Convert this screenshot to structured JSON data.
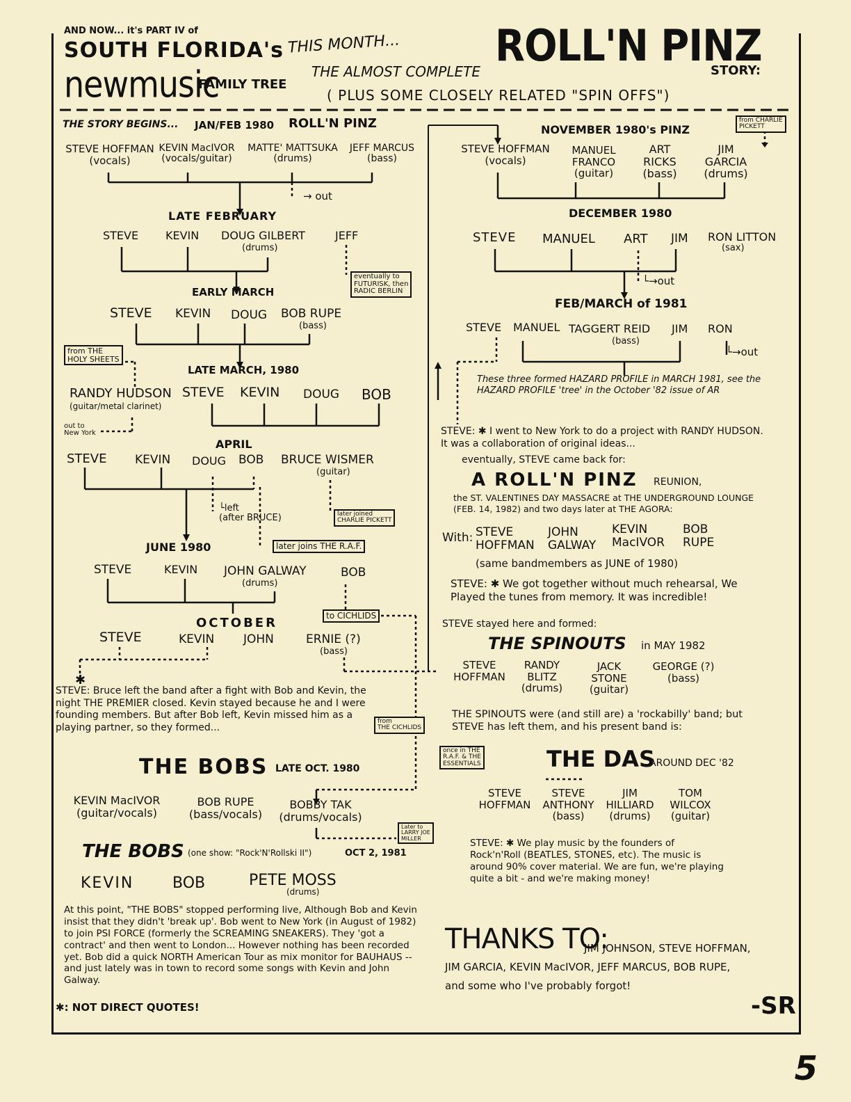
{
  "header": {
    "intro": "AND NOW... it's PART IV of",
    "sf": "SOUTH FLORIDA's",
    "newmusic": "newmusic",
    "family_tree": "FAMILY TREE",
    "this_month": "THIS MONTH...",
    "almost": "THE ALMOST COMPLETE",
    "title": "ROLL'N PINZ",
    "story": "STORY:",
    "plus": "( PLUS SOME CLOSELY RELATED \"SPIN OFFS\")"
  },
  "left": {
    "begins_label": "THE STORY BEGINS...",
    "begins_date": "JAN/FEB 1980",
    "begins_band": "ROLL'N PINZ",
    "m1": [
      {
        "name": "STEVE HOFFMAN",
        "role": "(vocals)"
      },
      {
        "name": "KEVIN MacIVOR",
        "role": "(vocals/guitar)"
      },
      {
        "name": "MATTE' MATTSUKA",
        "role": "(drums)"
      },
      {
        "name": "JEFF MARCUS",
        "role": "(bass)"
      }
    ],
    "out1": "out",
    "late_feb": "LATE FEBRUARY",
    "m2": [
      "STEVE",
      "KEVIN",
      "DOUG GILBERT",
      "JEFF"
    ],
    "m2_role": "(drums)",
    "note_jeff": [
      "eventually to",
      "FUTURISK, then",
      "RADIC BERLIN"
    ],
    "early_march": "EARLY MARCH",
    "m3": [
      "STEVE",
      "KEVIN",
      "DOUG",
      "BOB RUPE"
    ],
    "m3_role": "(bass)",
    "note_holy": [
      "from THE",
      "HOLY SHEETS"
    ],
    "late_march": "LATE MARCH, 1980",
    "m4": [
      "RANDY HUDSON",
      "STEVE",
      "KEVIN",
      "DOUG",
      "BOB"
    ],
    "m4_role": "(guitar/metal clarinet)",
    "out_ny": [
      "out to",
      "New York"
    ],
    "april": "APRIL",
    "m5": [
      "STEVE",
      "KEVIN",
      "DOUG",
      "BOB",
      "BRUCE WISMER"
    ],
    "m5_role": "(guitar)",
    "left_after": [
      "left",
      "(after BRUCE)"
    ],
    "note_pickett": [
      "later joined",
      "CHARLIE PICKETT"
    ],
    "note_raf": "later joins THE R.A.F.",
    "june": "JUNE 1980",
    "m6": [
      "STEVE",
      "KEVIN",
      "JOHN GALWAY",
      "BOB"
    ],
    "m6_role": "(drums)",
    "note_cichlids": "to CICHLIDS",
    "october": "OCTOBER",
    "m7": [
      "STEVE",
      "KEVIN",
      "JOHN",
      "ERNIE (?)"
    ],
    "m7_role": "(bass)",
    "steve_quote": "STEVE: Bruce left the band after a fight with Bob and Kevin, the night THE PREMIER closed. Kevin stayed because he and I were founding members. But after Bob left, Kevin missed him as a playing partner, so they formed...",
    "note_from_cichlids": [
      "from",
      "THE CICHLIDS"
    ],
    "bobs1": "THE BOBS",
    "bobs1_date": "LATE OCT. 1980",
    "m8": [
      {
        "name": "KEVIN MacIVOR",
        "role": "(guitar/vocals)"
      },
      {
        "name": "BOB RUPE",
        "role": "(bass/vocals)"
      },
      {
        "name": "BOBBY TAK",
        "role": "(drums/vocals)"
      }
    ],
    "note_larry": [
      "Later to",
      "LARRY JOE",
      "MILLER"
    ],
    "bobs2": "THE BOBS",
    "bobs2_note": "(one show: \"Rock'N'Rollski II\")",
    "bobs2_date": "OCT 2, 1981",
    "m9": [
      "KEVIN",
      "BOB",
      "PETE MOSS"
    ],
    "m9_role": "(drums)",
    "closing": "At this point, \"THE BOBS\" stopped performing live, Although Bob and Kevin insist that they didn't 'break up'. Bob went to New York (in August of 1982) to join PSI FORCE (formerly the SCREAMING SNEAKERS). They 'got a contract' and then went to London... However nothing has been recorded yet. Bob did a quick NORTH American Tour as mix monitor for BAUHAUS -- and just lately was in town to record some songs with Kevin and John Galway.",
    "not_quotes": "✱: NOT DIRECT QUOTES!"
  },
  "right": {
    "nov": "NOVEMBER 1980's PINZ",
    "note_from_pickett": [
      "from CHARLIE",
      "PICKETT"
    ],
    "r1": [
      {
        "name": "STEVE HOFFMAN",
        "role": "(vocals)"
      },
      {
        "name": "MANUEL FRANCO",
        "role": "(guitar)"
      },
      {
        "name": "ART RICKS",
        "role": "(bass)"
      },
      {
        "name": "JIM GARCIA",
        "role": "(drums)"
      }
    ],
    "dec": "DECEMBER 1980",
    "r2": [
      "STEVE",
      "MANUEL",
      "ART",
      "JIM",
      "RON LITTON"
    ],
    "r2_role": "(sax)",
    "out2": "out",
    "febmar": "FEB/MARCH of 1981",
    "r3": [
      "STEVE",
      "MANUEL",
      "TAGGERT REID",
      "JIM",
      "RON"
    ],
    "r3_role": "(bass)",
    "out3": "out",
    "hazard": "These three formed HAZARD PROFILE in MARCH 1981, see the HAZARD PROFILE 'tree' in the October '82 issue of AR",
    "steve2": "STEVE: ✱ I went to New York to do a project with RANDY HUDSON. It was a collaboration of original ideas...",
    "eventually": "eventually, STEVE came back for:",
    "reunion_a": "A ROLL'N PINZ",
    "reunion_b": "REUNION,",
    "reunion_text": "the ST. VALENTINES DAY MASSACRE at THE UNDERGROUND LOUNGE (FEB. 14, 1982) and two days later at THE AGORA:",
    "with": "With:",
    "r4": [
      "STEVE HOFFMAN",
      "JOHN GALWAY",
      "KEVIN MacIVOR",
      "BOB RUPE"
    ],
    "same": "(same bandmembers as JUNE of 1980)",
    "steve3": "STEVE: ✱ We got together without much rehearsal, We Played the tunes from memory. It was incredible!",
    "stayed": "STEVE stayed here and formed:",
    "spinouts": "THE SPINOUTS",
    "spinouts_date": "in MAY 1982",
    "r5": [
      {
        "name": "STEVE HOFFMAN",
        "role": ""
      },
      {
        "name": "RANDY BLITZ",
        "role": "(drums)"
      },
      {
        "name": "JACK STONE",
        "role": "(guitar)"
      },
      {
        "name": "GEORGE (?)",
        "role": "(bass)"
      }
    ],
    "spin_text": "THE SPINOUTS were (and still are) a 'rockabilly' band; but STEVE has left them, and his present band is:",
    "note_raf2": [
      "once in THE",
      "R.A.F. & THE",
      "ESSENTIALS"
    ],
    "das": "THE DAS",
    "das_date": "AROUND DEC '82",
    "r6": [
      {
        "name": "STEVE HOFFMAN",
        "role": ""
      },
      {
        "name": "STEVE ANTHONY",
        "role": "(bass)"
      },
      {
        "name": "JIM HILLIARD",
        "role": "(drums)"
      },
      {
        "name": "TOM WILCOX",
        "role": "(guitar)"
      }
    ],
    "steve4": "STEVE: ✱ We play music by the founders of Rock'n'Roll (BEATLES, STONES, etc). The music is around 90% cover material. We are fun, we're playing quite a bit - and we're making money!",
    "thanks": "THANKS TO:",
    "thanks_names": "JIM JOHNSON, STEVE HOFFMAN, JIM GARCIA, KEVIN MacIVOR, JEFF MARCUS, BOB RUPE, and some who I've probably forgot!",
    "sig": "-SR"
  },
  "page_number": "5"
}
